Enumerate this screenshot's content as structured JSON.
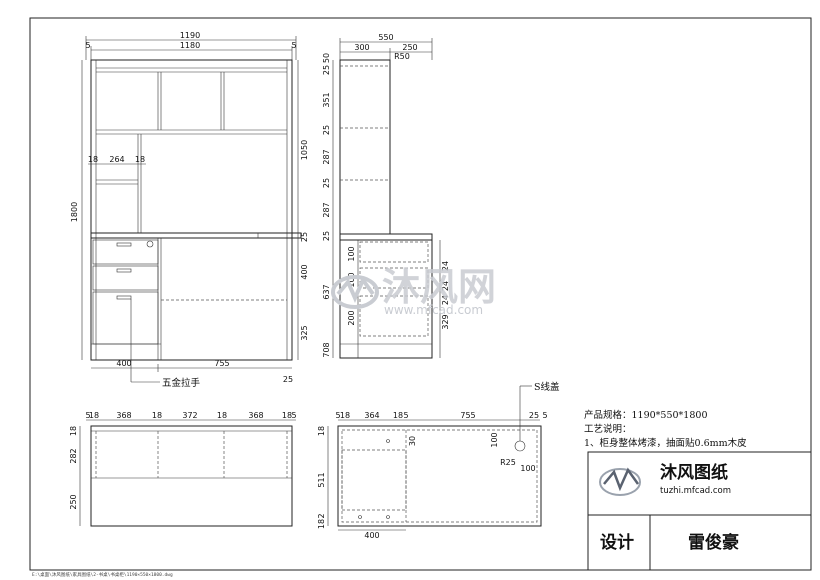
{
  "front_view": {
    "width_total": "1190",
    "width_inner": "1180",
    "side_left": "5",
    "side_right": "5",
    "height_total": "1800",
    "upper_height": "1050",
    "gap_left": "18",
    "cubby_width": "264",
    "gap_right": "18",
    "desk_drop": "25",
    "drawer_zone": "400",
    "lower_zone": "325",
    "bottom_left": "400",
    "bottom_right": "755",
    "bottom_offset": "25",
    "handle_label": "五金拉手"
  },
  "side_view": {
    "depth_total": "550",
    "depth_a": "300",
    "depth_b": "250",
    "radius": "R50",
    "v_dims": [
      "50",
      "25",
      "351",
      "25",
      "287",
      "25",
      "287",
      "25",
      "637",
      "708"
    ],
    "drawer_dims": [
      "100",
      "100",
      "200"
    ],
    "right_dims": [
      "24",
      "24",
      "24",
      "329"
    ]
  },
  "plan_left": {
    "top_dims": [
      "5",
      "18",
      "368",
      "18",
      "372",
      "18",
      "368",
      "18",
      "5"
    ],
    "left_dims": [
      "18",
      "282",
      "250"
    ]
  },
  "plan_right": {
    "top_dims": [
      "5",
      "18",
      "364",
      "18",
      "5",
      "755",
      "25",
      "5"
    ],
    "left_dims": [
      "18",
      "511",
      "2",
      "18"
    ],
    "inner_dims": [
      "30",
      "100",
      "R25",
      "100"
    ],
    "bottom_dim": "400",
    "wire_label": "S线盖"
  },
  "notes": {
    "spec": "产品规格：1190*550*1800",
    "process_title": "工艺说明：",
    "process_1": "1、柜身整体烤漆，抽面贴0.6mm木皮"
  },
  "title_block": {
    "brand": "沐风图纸",
    "url": "tuzhi.mfcad.com",
    "design_label": "设计",
    "designer": "雷俊豪"
  },
  "watermark": {
    "brand": "沐风网",
    "url": "www.mfcad.com"
  },
  "file_path": "E:\\桌面\\沐风图纸\\家具图纸\\2-书桌\\书桌柜\\1190×550×1800.dwg"
}
